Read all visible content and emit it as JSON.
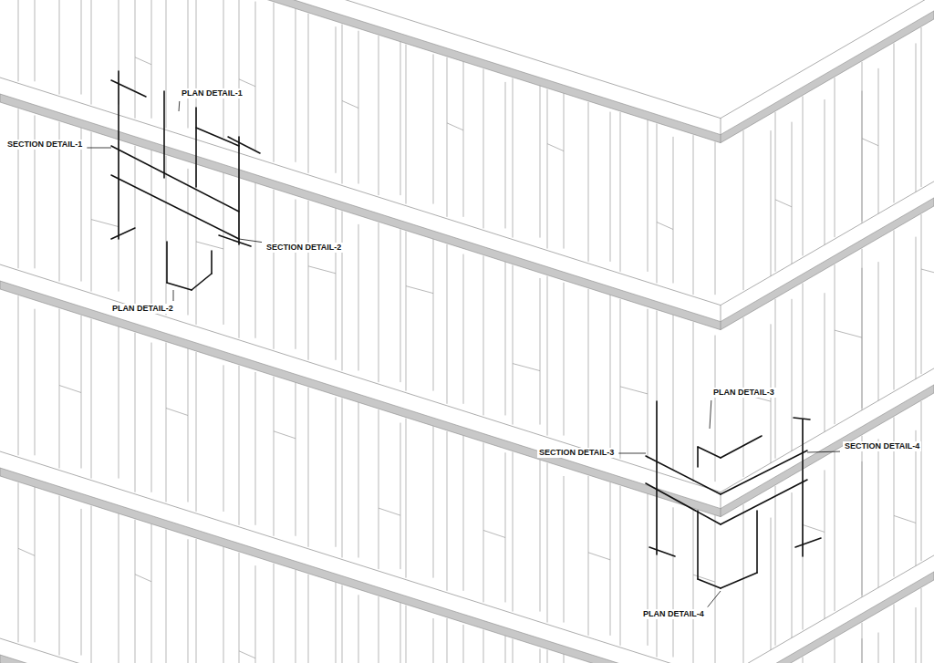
{
  "diagram": {
    "labels": [
      "PLAN DETAIL-1",
      "SECTION DETAIL-1",
      "SECTION DETAIL-2",
      "PLAN DETAIL-2",
      "PLAN DETAIL-3",
      "SECTION DETAIL-3",
      "SECTION DETAIL-4",
      "PLAN DETAIL-4"
    ]
  }
}
